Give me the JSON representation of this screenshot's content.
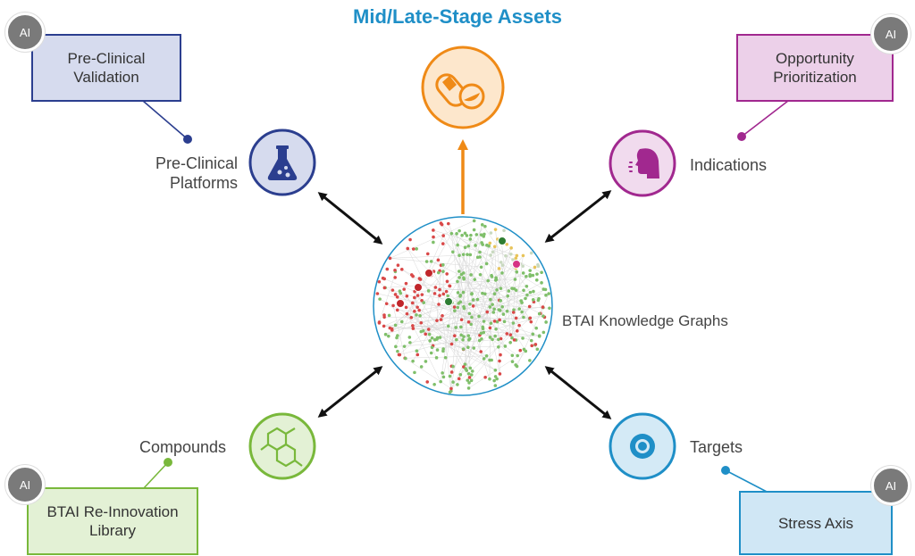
{
  "title": "Mid/Late-Stage Assets",
  "center_label": "BTAI Knowledge Graphs",
  "nodes": {
    "preclinical": {
      "label_line1": "Pre-Clinical",
      "label_line2": "Platforms",
      "box_line1": "Pre-Clinical",
      "box_line2": "Validation",
      "color": "#2b3e8f"
    },
    "indications": {
      "label": "Indications",
      "box_line1": "Opportunity",
      "box_line2": "Prioritization",
      "color": "#a1288f"
    },
    "compounds": {
      "label": "Compounds",
      "box_line1": "BTAI Re-Innovation",
      "box_line2": "Library",
      "color": "#79b83b"
    },
    "targets": {
      "label": "Targets",
      "box_line1": "Stress Axis",
      "color": "#1f8fc7"
    },
    "assets": {
      "color": "#ef8a17"
    }
  },
  "ai_badge": "AI",
  "icons": [
    "flask-icon",
    "pill-capsule-icon",
    "head-speaking-icon",
    "molecule-hexagon-icon",
    "target-icon"
  ]
}
